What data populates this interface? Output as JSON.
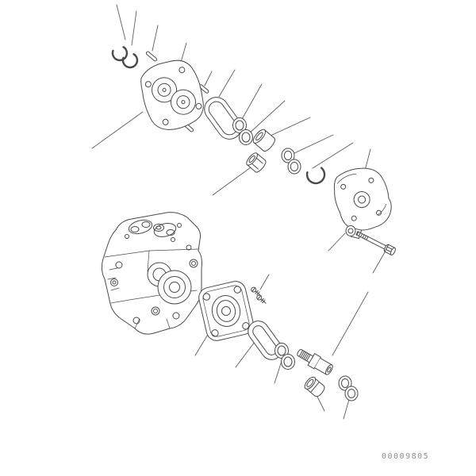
{
  "figure": {
    "number": "00009805"
  },
  "style": {
    "line_color": "#4a4a4a",
    "background": "#ffffff"
  },
  "parts": [
    "snap-ring-a",
    "snap-ring-b",
    "dowel-pins",
    "front-housing",
    "gasket-upper",
    "o-rings-upper-front",
    "bushing",
    "gear",
    "o-rings-upper-rear",
    "snap-ring-rear",
    "rear-cover",
    "washer",
    "mounting-bolt",
    "pump-body",
    "mounting-flange",
    "flange-screws",
    "gasket-lower",
    "o-rings-lower-front",
    "relief-valve",
    "plug-fitting",
    "o-rings-lower-rear"
  ]
}
